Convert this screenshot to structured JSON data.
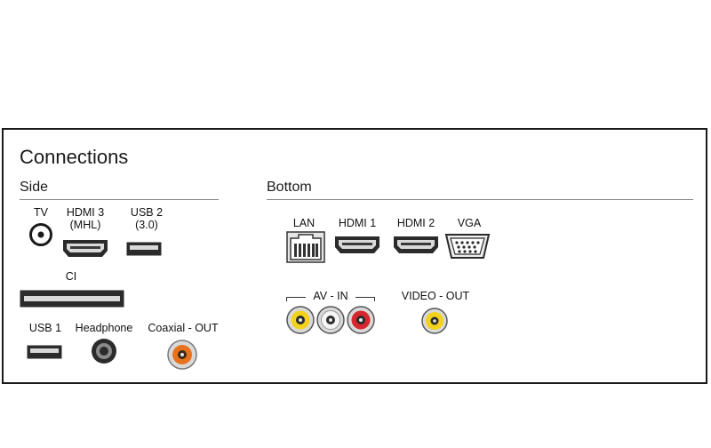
{
  "title": "Connections",
  "sections": {
    "side": "Side",
    "bottom": "Bottom"
  },
  "side_ports": {
    "tv": "TV",
    "hdmi3": "HDMI 3",
    "hdmi3_sub": "(MHL)",
    "usb2": "USB 2",
    "usb2_sub": "(3.0)",
    "ci": "CI",
    "usb1": "USB 1",
    "headphone": "Headphone",
    "coaxial_out": "Coaxial - OUT"
  },
  "bottom_ports": {
    "lan": "LAN",
    "hdmi1": "HDMI 1",
    "hdmi2": "HDMI 2",
    "vga": "VGA",
    "av_in": "AV - IN",
    "video_out": "VIDEO - OUT"
  },
  "colors": {
    "yellow": "#f2d21a",
    "red": "#d7282f",
    "white": "#e8e8e8",
    "orange": "#e8731f",
    "connector_dark": "#2b2b2b"
  }
}
